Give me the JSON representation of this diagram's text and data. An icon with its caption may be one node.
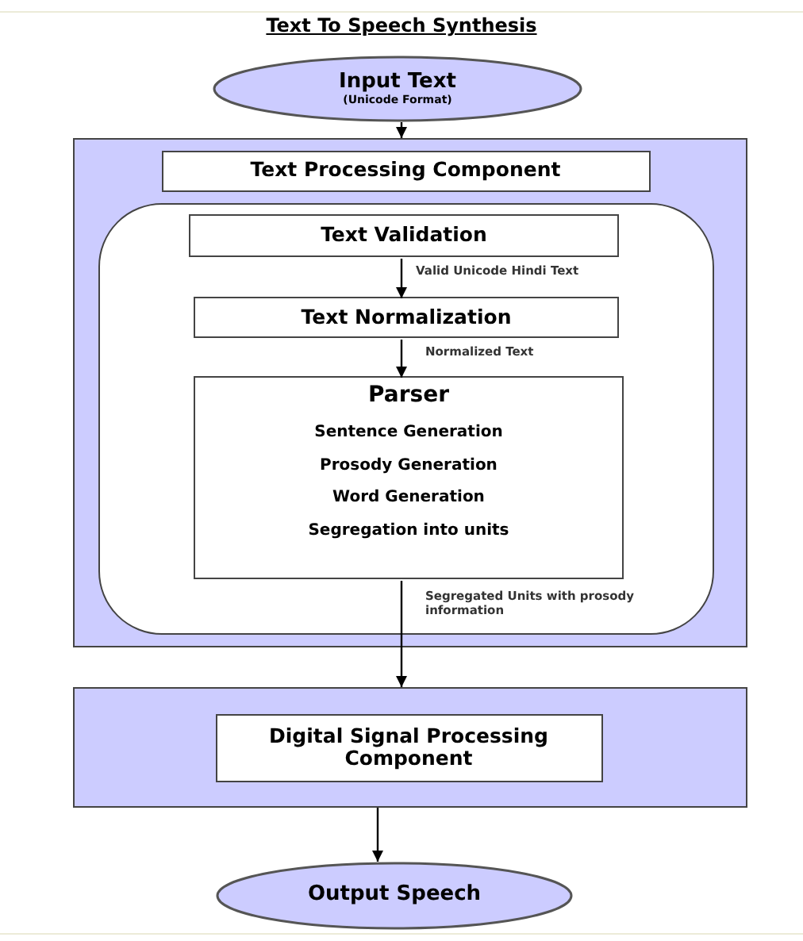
{
  "diagram": {
    "title": "Text To Speech Synthesis",
    "nodes": [
      {
        "text": [
          "Input Text",
          "(Unicode Format)"
        ]
      },
      {
        "text": [],
        "shape": "box"
      },
      {
        "text": [
          "Text Processing Component"
        ],
        "in": 1
      },
      {
        "text": [],
        "shape": "box",
        "in": 1
      },
      {
        "text": [
          "Text Validation"
        ],
        "in": 3
      },
      {
        "text": [
          "Text Normalization"
        ],
        "in": 3
      },
      {
        "text": [
          "Parser",
          "Sentence Generation",
          "Prosody Generation",
          "Word Generation",
          "Segregation into units"
        ],
        "in": 3
      },
      {
        "text": [],
        "shape": "box"
      },
      {
        "text": [
          "Digital Signal Processing Component"
        ],
        "in": 7
      },
      {
        "text": [
          "Output Speech"
        ]
      }
    ],
    "edges": [
      {
        "from": 0,
        "to": 1,
        "arrow": "to"
      },
      {
        "from": 4,
        "to": 5,
        "arrow": "to",
        "label": "Valid Unicode Hindi Text"
      },
      {
        "from": 5,
        "to": 6,
        "arrow": "to",
        "label": "Normalized Text"
      },
      {
        "from": 6,
        "to": 7,
        "arrow": "to",
        "label": "Segregated Units with prosody information"
      },
      {
        "from": 7,
        "to": 9,
        "arrow": "to"
      }
    ]
  }
}
